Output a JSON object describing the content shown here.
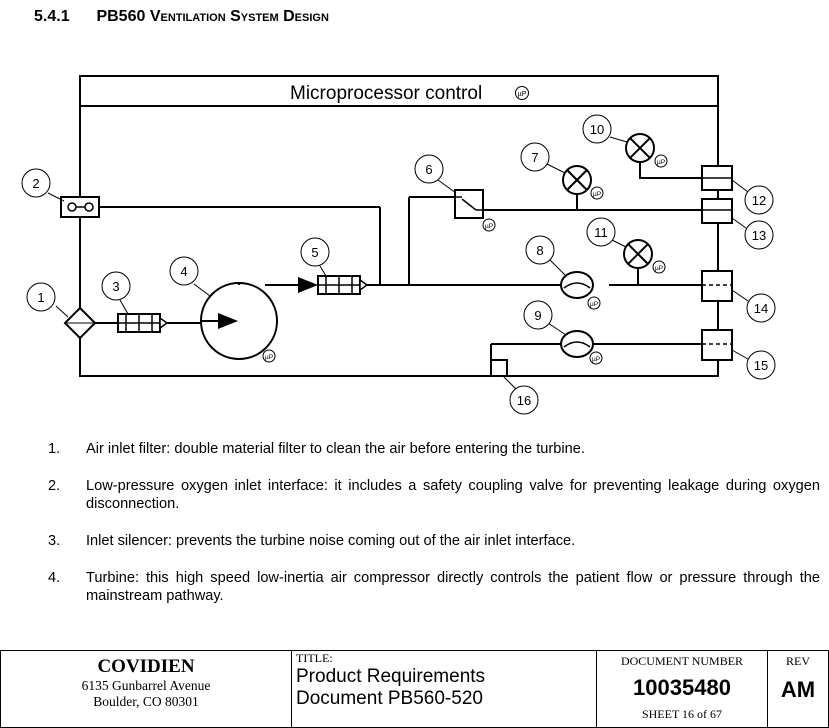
{
  "section": {
    "number": "5.4.1",
    "title": "PB560 Ventilation System Design"
  },
  "diagram": {
    "control_label": "Microprocessor control",
    "up_symbol": "µP",
    "callouts": [
      "1",
      "2",
      "3",
      "4",
      "5",
      "6",
      "7",
      "8",
      "9",
      "10",
      "11",
      "12",
      "13",
      "14",
      "15",
      "16"
    ]
  },
  "list": [
    {
      "num": "1.",
      "text": "Air inlet filter: double material filter to clean the air before entering the turbine."
    },
    {
      "num": "2.",
      "text": "Low-pressure oxygen inlet interface: it includes a safety coupling valve for preventing leakage during oxygen disconnection."
    },
    {
      "num": "3.",
      "text": "Inlet silencer: prevents the turbine noise coming out of the air inlet interface."
    },
    {
      "num": "4.",
      "text": "Turbine: this high speed low-inertia air compressor directly controls the patient flow or pressure through the mainstream pathway."
    }
  ],
  "footer": {
    "company": "COVIDIEN",
    "address1": "6135 Gunbarrel Avenue",
    "address2": "Boulder, CO  80301",
    "title_label": "TITLE:",
    "title_line1": "Product Requirements",
    "title_line2": "Document PB560-520",
    "docnum_label": "DOCUMENT NUMBER",
    "docnum": "10035480",
    "sheet": "SHEET  16  of  67",
    "rev_label": "REV",
    "rev": "AM"
  }
}
